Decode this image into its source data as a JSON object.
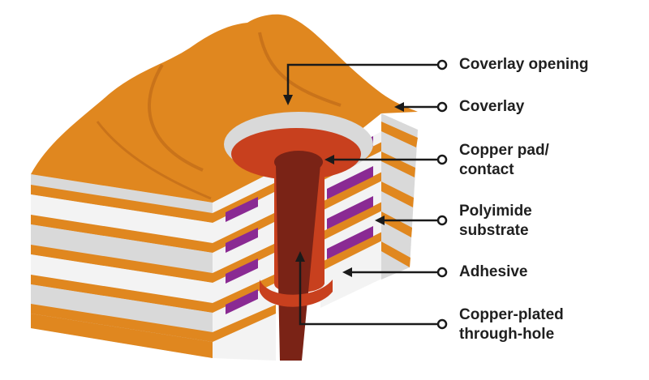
{
  "labels": {
    "coverlay_opening": "Coverlay opening",
    "coverlay": "Coverlay",
    "copper_pad_line1": "Copper pad/",
    "copper_pad_line2": "contact",
    "polyimide_line1": "Polyimide",
    "polyimide_line2": "substrate",
    "adhesive": "Adhesive",
    "through_hole_line1": "Copper-plated",
    "through_hole_line2": "through-hole"
  },
  "colors": {
    "coverlay": "#e0871f",
    "coverlay_dark": "#b86a12",
    "adhesive": "#d9d9d9",
    "polyimide": "#f3f3f3",
    "copper_pad": "#c8401e",
    "copper_hole": "#7a2316",
    "trace": "#8a2a93",
    "outline": "#1a1a1a"
  }
}
